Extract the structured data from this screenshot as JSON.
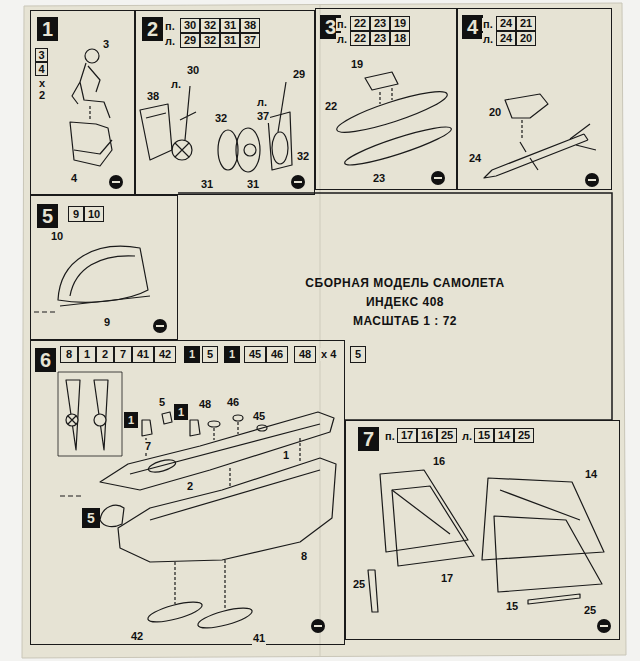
{
  "diagram": {
    "title": "СБОРНАЯ МОДЕЛЬ САМОЛЕТА",
    "nodes": [
      {
        "text": [
          "1"
        ]
      },
      {
        "text": [
          "2"
        ]
      },
      {
        "text": [
          "3"
        ]
      },
      {
        "text": [
          "4"
        ]
      },
      {
        "text": [
          "5"
        ]
      },
      {
        "text": [
          "6"
        ]
      },
      {
        "text": [
          "7"
        ]
      }
    ],
    "labels": [
      "3",
      "4",
      "x",
      "2",
      "3",
      "4",
      "п.",
      "30",
      "32",
      "31",
      "38",
      "л.",
      "29",
      "32",
      "31",
      "37",
      "38",
      "л.",
      "30",
      "32",
      "31",
      "31",
      "32",
      "29",
      "л.",
      "37",
      "п.",
      "22",
      "23",
      "19",
      "л.",
      "22",
      "23",
      "18",
      "19",
      "22",
      "23",
      "п.",
      "24",
      "21",
      "л.",
      "24",
      "20",
      "20",
      "24",
      "9",
      "10",
      "10",
      "9",
      "ИНДЕКС 408",
      "МАСШТАБ 1 : 72",
      "8",
      "1",
      "2",
      "7",
      "41",
      "42",
      "1",
      "5",
      "1",
      "45",
      "46",
      "48",
      "x 4",
      "5",
      "1",
      "5",
      "1",
      "48",
      "46",
      "45",
      "7",
      "1",
      "2",
      "8",
      "42",
      "41",
      "5",
      "п.",
      "17",
      "16",
      "25",
      "л.",
      "15",
      "14",
      "25",
      "16",
      "25",
      "17",
      "14",
      "15",
      "25"
    ]
  }
}
